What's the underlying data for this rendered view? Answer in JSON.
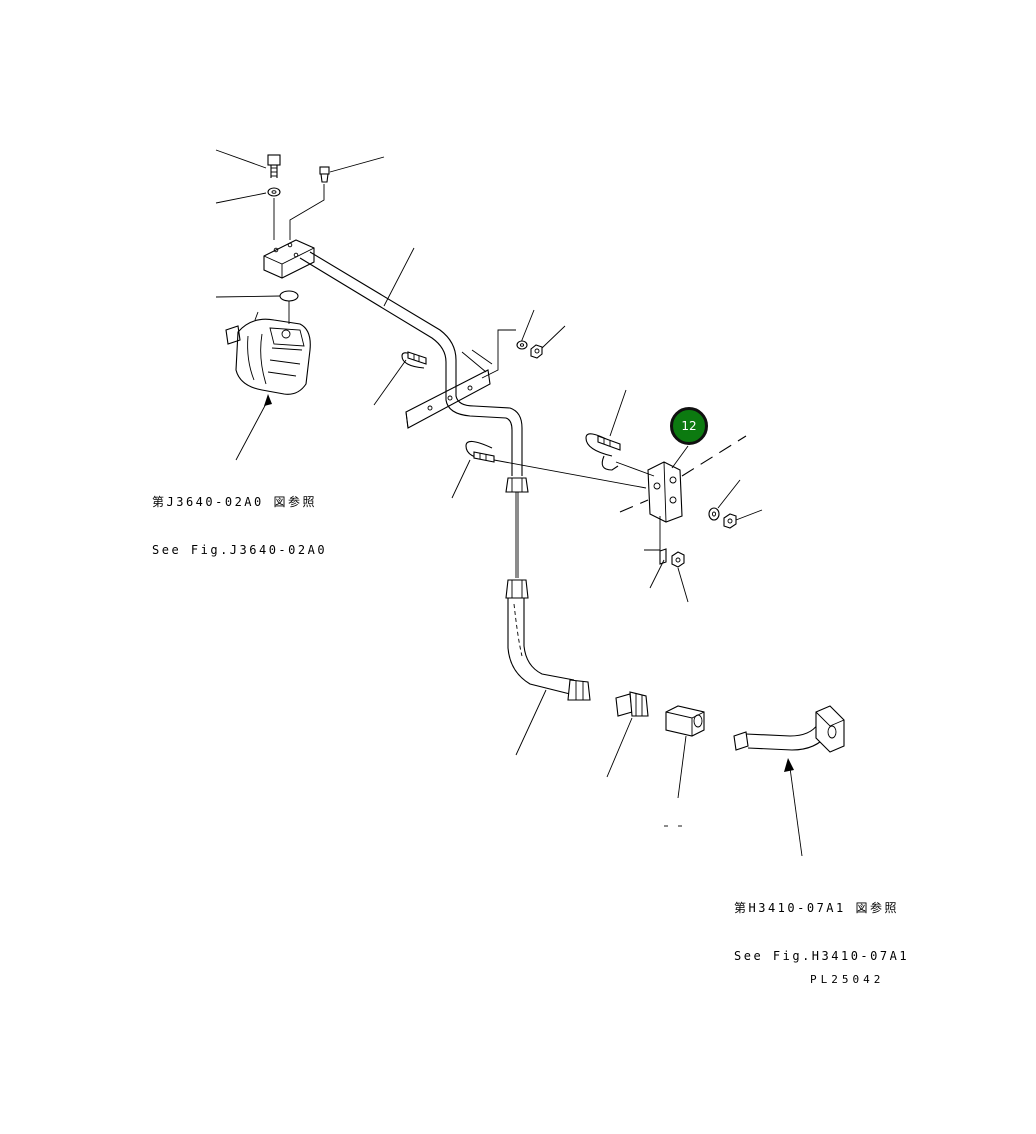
{
  "callout": {
    "label": "12",
    "color": "#0c7a10"
  },
  "references": [
    {
      "jp": "第J3640-02A0 図参照",
      "en": "See Fig.J3640-02A0"
    },
    {
      "jp": "第H3410-07A1 図参照",
      "en": "See Fig.H3410-07A1"
    }
  ],
  "drawing_number": "PL25042",
  "icons": [
    "bolt-icon",
    "washer-icon",
    "nut-icon",
    "pipe-clamp-icon",
    "hose-icon",
    "valve-icon"
  ]
}
